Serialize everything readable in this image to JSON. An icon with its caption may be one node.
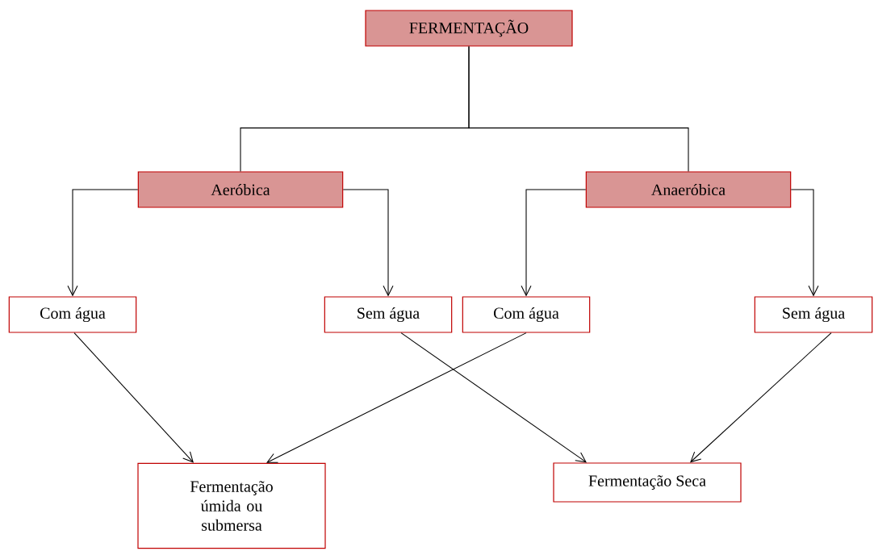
{
  "diagram": {
    "nodes": [
      {
        "text": [
          "FERMENTAÇÃO"
        ]
      },
      {
        "text": [
          "Aeróbica"
        ]
      },
      {
        "text": [
          "Anaeróbica"
        ]
      },
      {
        "text": [
          "Com água"
        ]
      },
      {
        "text": [
          "Sem água"
        ]
      },
      {
        "text": [
          "Com água"
        ]
      },
      {
        "text": [
          "Sem água"
        ]
      },
      {
        "text": [
          "Fermentação úmida ou submersa"
        ]
      },
      {
        "text": [
          "Fermentação Seca"
        ]
      }
    ],
    "edges": [
      {
        "from": 0,
        "to": 1,
        "arrow": "none"
      },
      {
        "from": 0,
        "to": 2,
        "arrow": "none"
      },
      {
        "from": 1,
        "to": 3,
        "arrow": "to"
      },
      {
        "from": 1,
        "to": 4,
        "arrow": "to"
      },
      {
        "from": 2,
        "to": 5,
        "arrow": "to"
      },
      {
        "from": 2,
        "to": 6,
        "arrow": "to"
      },
      {
        "from": 3,
        "to": 7,
        "arrow": "to"
      },
      {
        "from": 5,
        "to": 7,
        "arrow": "to"
      },
      {
        "from": 4,
        "to": 8,
        "arrow": "to"
      },
      {
        "from": 6,
        "to": 8,
        "arrow": "to"
      }
    ]
  }
}
